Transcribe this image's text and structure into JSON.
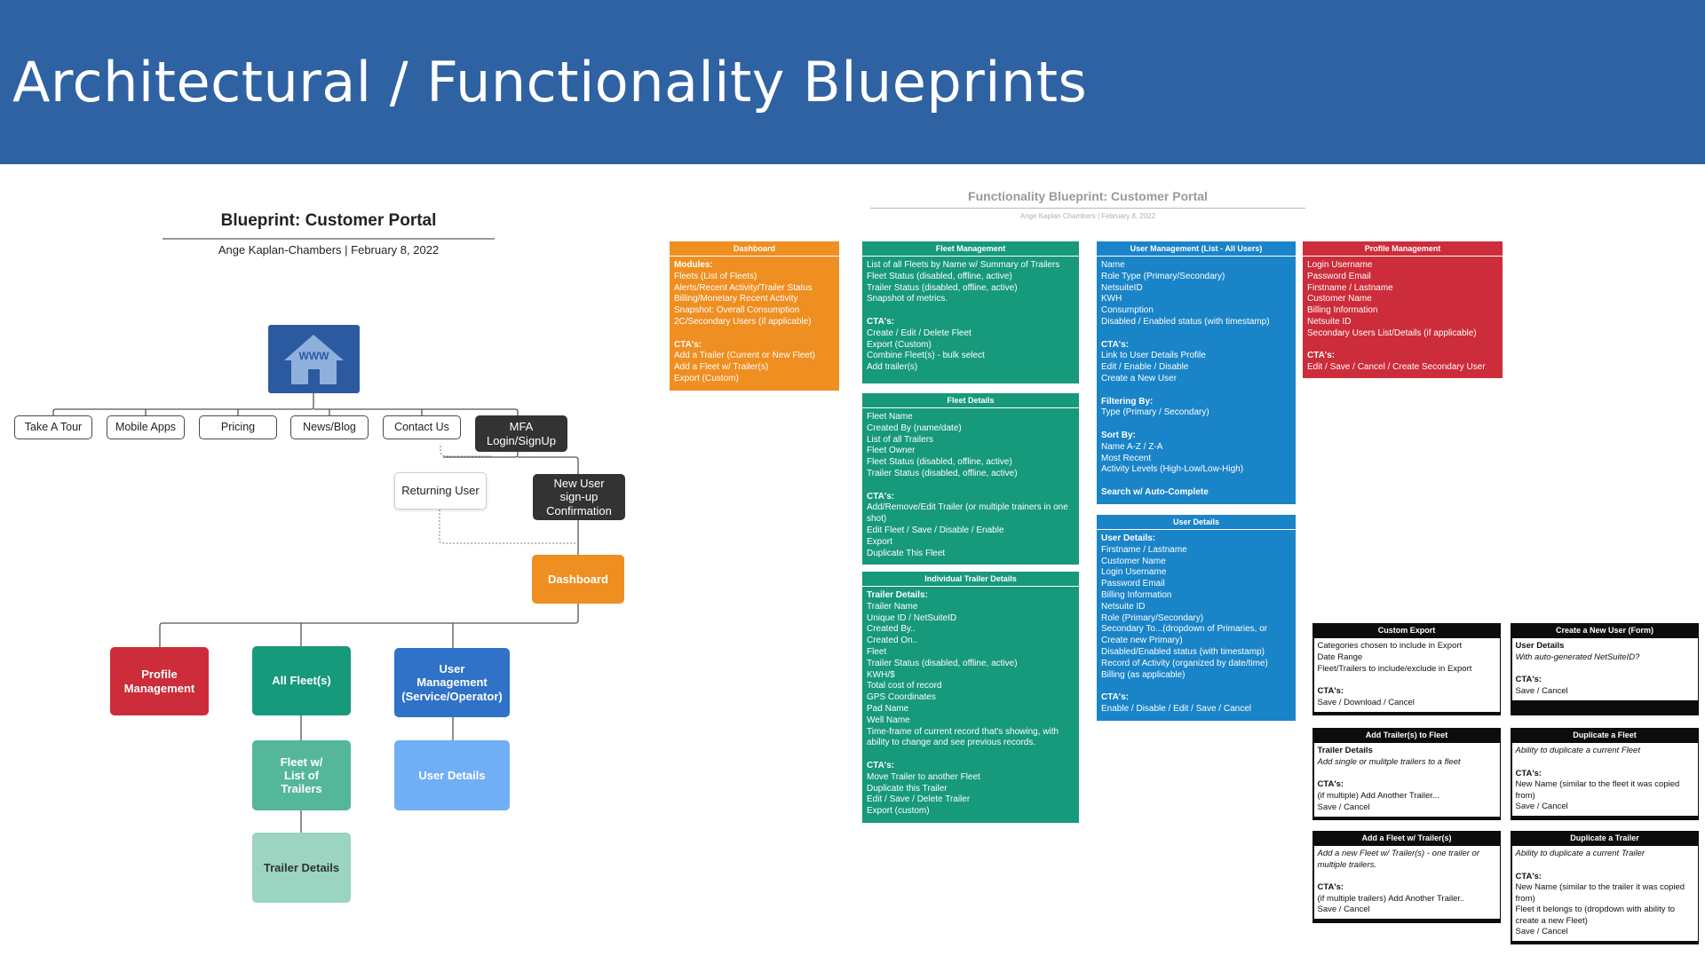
{
  "header": {
    "title": "Architectural / Functionality Blueprints"
  },
  "colors": {
    "banner": "#2f62a3",
    "orange": "#ef8e21",
    "red": "#cd2c3a",
    "green": "#17997b",
    "blue": "#1a84c8",
    "dark": "#333333"
  },
  "left_diagram": {
    "title": "Blueprint: Customer Portal",
    "subtitle": "Ange Kaplan-Chambers  |  February 8, 2022",
    "home_label": "WWW",
    "home_icon": "house-icon",
    "nav": [
      "Take A Tour",
      "Mobile Apps",
      "Pricing",
      "News/Blog",
      "Contact Us"
    ],
    "mfa": "MFA\nLogin/SignUp",
    "returning_user": "Returning User",
    "new_user": "New User\nsign-up\nConfirmation",
    "dashboard": "Dashboard",
    "profile_management": "Profile\nManagement",
    "all_fleets": "All Fleet(s)",
    "user_management": "User\nManagement\n(Service/Operator)",
    "fleet_list": "Fleet w/\nList of\nTrailers",
    "user_details": "User Details",
    "trailer_details": "Trailer Details"
  },
  "right_board": {
    "title": "Functionality Blueprint: Customer Portal",
    "subtitle": "Ange Kaplan Chambers  |  February 8, 2022",
    "cards": {
      "dashboard": {
        "title": "Dashboard",
        "lines": [
          "Modules:",
          "Fleets (List of Fleets)",
          "Alerts/Recent Activity/Trailer Status",
          "Billing/Monetary Recent Activity",
          "Snapshot: Overall Consumption",
          "2C/Secondary Users (if applicable)",
          "",
          "CTA's:",
          "Add a Trailer (Current or New Fleet)",
          "Add a Fleet w/ Trailer(s)",
          "Export (Custom)"
        ]
      },
      "fleet_management": {
        "title": "Fleet Management",
        "lines": [
          "List of all Fleets by Name w/ Summary of Trailers",
          "Fleet Status (disabled, offline, active)",
          "Trailer Status (disabled, offline, active)",
          "Snapshot of metrics.",
          "",
          "CTA's:",
          "Create / Edit / Delete Fleet",
          "Export (Custom)",
          "Combine Fleet(s) - bulk select",
          "Add trailer(s)"
        ]
      },
      "fleet_details": {
        "title": "Fleet Details",
        "lines": [
          "Fleet Name",
          "Created By (name/date)",
          "List of all Trailers",
          "Fleet Owner",
          "Fleet Status (disabled, offline, active)",
          "Trailer Status (disabled, offline, active)",
          "",
          "CTA's:",
          "Add/Remove/Edit Trailer (or multiple trainers in one shot)",
          "Edit Fleet / Save / Disable / Enable",
          "Export",
          "Duplicate This Fleet"
        ]
      },
      "individual_trailer": {
        "title": "Individual Trailer Details",
        "lines": [
          "Trailer Details:",
          "Trailer Name",
          "Unique ID / NetSuiteID",
          "Created By..",
          "Created On..",
          "Fleet",
          "Trailer Status (disabled, offline, active)",
          "KWH/$",
          "Total cost of record",
          "GPS Coordinates",
          "Pad Name",
          "Well Name",
          "Time-frame of current record that's showing, with ability to change and see previous records.",
          "",
          "CTA's:",
          "Move Trailer to another Fleet",
          "Duplicate this Trailer",
          "Edit / Save / Delete Trailer",
          "Export (custom)"
        ]
      },
      "user_management": {
        "title": "User Management (List - All Users)",
        "lines": [
          "Name",
          "Role Type (Primary/Secondary)",
          "NetsuiteID",
          "KWH",
          "Consumption",
          "Disabled / Enabled status (with timestamp)",
          "",
          "CTA's:",
          "Link to User Details Profile",
          "Edit / Enable / Disable",
          "Create a New User",
          "",
          "Filtering By:",
          "Type (Primary / Secondary)",
          "",
          "Sort By:",
          "Name A-Z / Z-A",
          "Most Recent",
          "Activity Levels (High-Low/Low-High)",
          "",
          "Search w/ Auto-Complete"
        ]
      },
      "user_details": {
        "title": "User Details",
        "lines": [
          "User Details:",
          "Firstname / Lastname",
          "Customer Name",
          "Login Username",
          "Password Email",
          "Billing Information",
          "Netsuite ID",
          "Role (Primary/Secondary)",
          "Secondary To...(dropdown of Primaries, or Create new Primary)",
          "Disabled/Enabled status (with timestamp)",
          "Record of Activity (organized by date/time)",
          "Billing (as applicable)",
          "",
          "CTA's:",
          "Enable / Disable / Edit / Save / Cancel"
        ]
      },
      "profile_management": {
        "title": "Profile Management",
        "lines": [
          "Login Username",
          "Password Email",
          "Firstname / Lastname",
          "Customer Name",
          "Billing Information",
          "Netsuite ID",
          "Secondary Users List/Details (if applicable)",
          "",
          "CTA's:",
          "Edit / Save / Cancel / Create Secondary User"
        ]
      },
      "custom_export": {
        "title": "Custom Export",
        "lines": [
          "Categories chosen to include in Export",
          "Date Range",
          "Fleet/Trailers to include/exclude in Export",
          "",
          "CTA's:",
          "Save / Download / Cancel"
        ]
      },
      "create_user": {
        "title": "Create a New User (Form)",
        "lines": [
          "User Details",
          "With auto-generated NetSuiteID?",
          "",
          "CTA's:",
          "Save / Cancel"
        ]
      },
      "add_trailers": {
        "title": "Add Trailer(s) to Fleet",
        "lines": [
          "Trailer Details",
          "Add single or mulitple trailers to a fleet",
          "",
          "CTA's:",
          "(if multiple) Add Another Trailer...",
          "Save / Cancel"
        ]
      },
      "duplicate_fleet": {
        "title": "Duplicate a Fleet",
        "lines": [
          "Ability to duplicate a current Fleet",
          "",
          "CTA's:",
          "New Name (similar to the fleet it was copied from)",
          "Save / Cancel"
        ]
      },
      "add_fleet": {
        "title": "Add a Fleet w/ Trailer(s)",
        "lines": [
          "Add a new Fleet w/ Trailer(s) - one trailer or multiple trailers.",
          "",
          "CTA's:",
          "(if multiple trailers) Add Another Trailer..",
          "Save / Cancel"
        ]
      },
      "duplicate_trailer": {
        "title": "Duplicate a Trailer",
        "lines": [
          "Ability to duplicate a current Trailer",
          "",
          "CTA's:",
          "New Name (similar to the trailer it was copied from)",
          "Fleet it belongs to (dropdown with ability to create a new Fleet)",
          "Save / Cancel"
        ]
      }
    }
  }
}
